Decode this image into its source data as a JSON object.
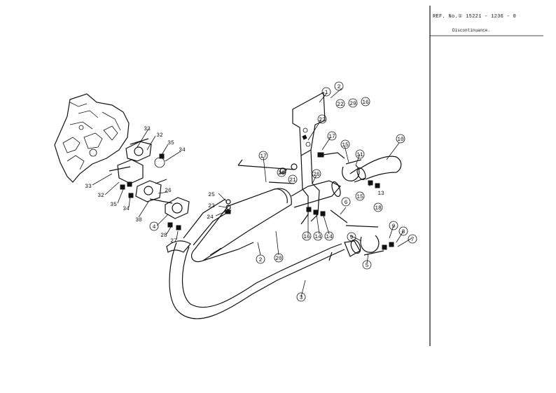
{
  "title_block": {
    "ref_text": "REF. No.① 15221 - 1236 - 0",
    "status_text": "Discontinuance."
  },
  "callouts": [
    {
      "label": "1"
    },
    {
      "label": "2"
    },
    {
      "label": "22"
    },
    {
      "label": "29"
    },
    {
      "label": "16"
    },
    {
      "label": "22"
    },
    {
      "label": "17"
    },
    {
      "label": "15"
    },
    {
      "label": "11"
    },
    {
      "label": "10"
    },
    {
      "label": "17"
    },
    {
      "label": "29"
    },
    {
      "label": "21"
    },
    {
      "label": "26"
    },
    {
      "label": "18"
    },
    {
      "label": "15"
    },
    {
      "label": "13"
    },
    {
      "label": "33"
    },
    {
      "label": "32"
    },
    {
      "label": "35"
    },
    {
      "label": "34"
    },
    {
      "label": "33"
    },
    {
      "label": "32"
    },
    {
      "label": "35"
    },
    {
      "label": "34"
    },
    {
      "label": "26"
    },
    {
      "label": "30"
    },
    {
      "label": "25"
    },
    {
      "label": "23"
    },
    {
      "label": "24"
    },
    {
      "label": "4"
    },
    {
      "label": "28"
    },
    {
      "label": "27"
    },
    {
      "label": "2"
    },
    {
      "label": "20"
    },
    {
      "label": "16"
    },
    {
      "label": "14"
    },
    {
      "label": "14"
    },
    {
      "label": "6"
    },
    {
      "label": "9"
    },
    {
      "label": "8"
    },
    {
      "label": "7"
    },
    {
      "label": "9"
    },
    {
      "label": "5"
    },
    {
      "label": "3"
    }
  ]
}
